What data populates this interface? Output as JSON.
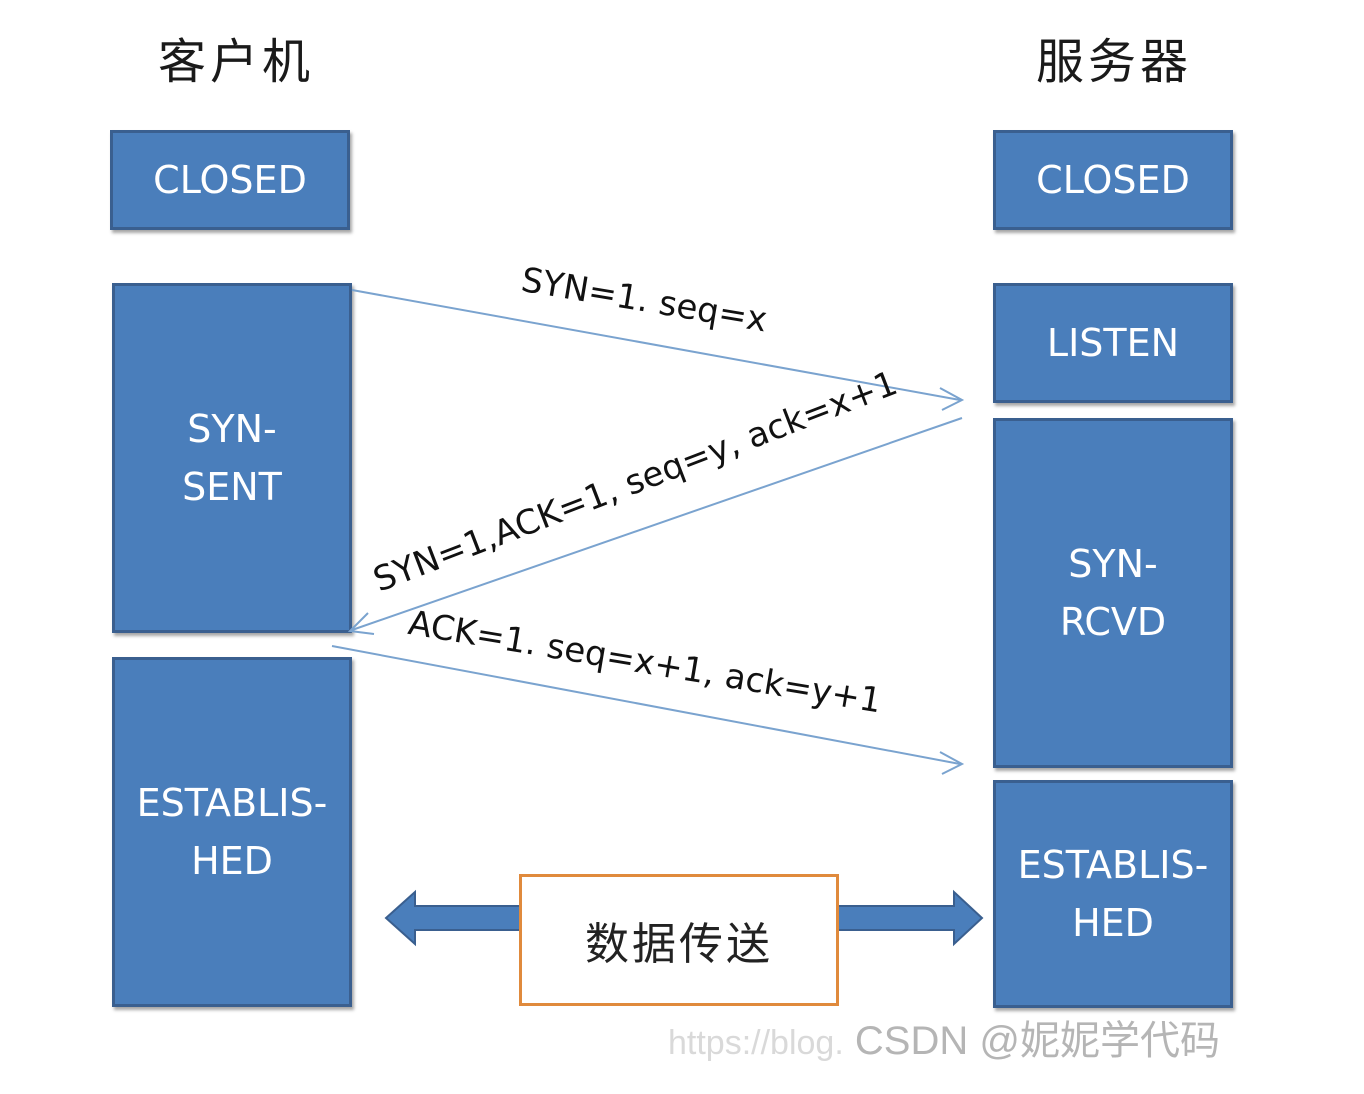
{
  "headers": {
    "client": "客户机",
    "server": "服务器"
  },
  "client_states": {
    "closed": [
      "CLOSED"
    ],
    "syn_sent": [
      "SYN-",
      "SENT"
    ],
    "established": [
      "ESTABLIS-",
      "HED"
    ]
  },
  "server_states": {
    "closed": [
      "CLOSED"
    ],
    "listen": [
      "LISTEN"
    ],
    "syn_rcvd": [
      "SYN-",
      "RCVD"
    ],
    "established": [
      "ESTABLIS-",
      "HED"
    ]
  },
  "messages": {
    "msg1": "SYN=1. seq=x",
    "msg2": "SYN=1,ACK=1, seq=y, ack=x+1",
    "msg3": "ACK=1. seq=x+1, ack=y+1"
  },
  "data_transfer": "数据传送",
  "watermark": {
    "url": "https://blog.",
    "text": "CSDN @妮妮学代码"
  },
  "colors": {
    "state_fill": "#4a7ebb",
    "state_border": "#3a5f8f",
    "message_line": "#7aa3cf",
    "data_box_border": "#e08a3c"
  }
}
